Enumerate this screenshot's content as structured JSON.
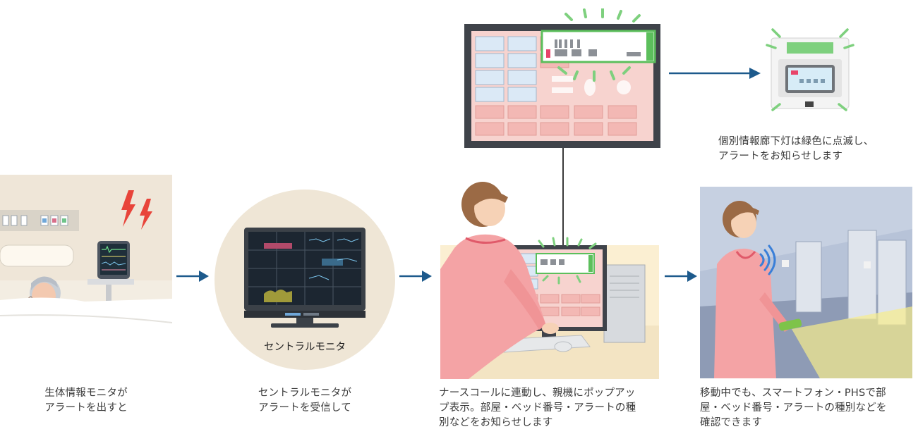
{
  "steps": [
    {
      "caption_lines": [
        "生体情報モニタが",
        "アラートを出すと"
      ]
    },
    {
      "caption_lines": [
        "セントラルモニタが",
        "アラートを受信して"
      ],
      "monitor_label": "セントラルモニタ"
    },
    {
      "caption_lines": [
        "ナースコールに連動し、親機にポップアッ",
        "プ表示。部屋・ベッド番号・アラートの種",
        "別などをお知らせします"
      ]
    },
    {
      "caption_lines": [
        "移動中でも、スマートフォン・PHSで部",
        "屋・ベッド番号・アラートの種別などを",
        "確認できます"
      ]
    }
  ],
  "corridor_light": {
    "caption_lines": [
      "個別情報廊下灯は緑色に点滅し、",
      "アラートをお知らせします"
    ]
  },
  "colors": {
    "arrow": "#1d5a8c",
    "alert_green": "#5cbf5c",
    "screen_pink": "#f6c9c6",
    "nurse_uniform": "#f4a3a5",
    "alert_red": "#e8443a"
  }
}
